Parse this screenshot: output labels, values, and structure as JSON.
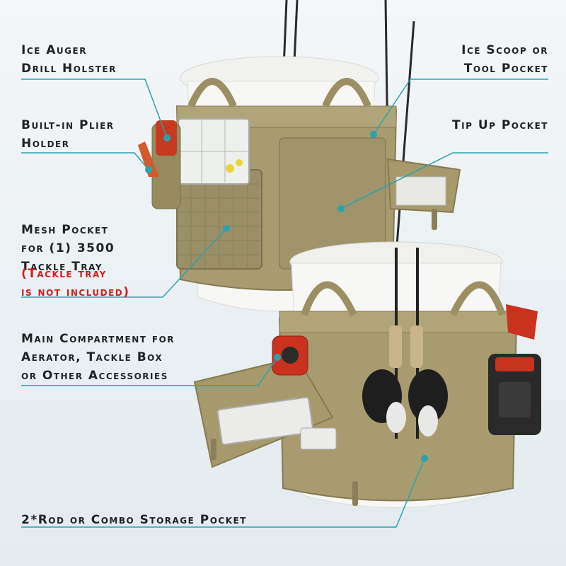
{
  "colors": {
    "accent": "#2aa3ae",
    "text": "#1f2326",
    "warning": "#d0201f",
    "bag": "#a79b6f",
    "bag_dark": "#8b7f55",
    "bucket": "#f7f7f5"
  },
  "labels": {
    "ice_auger": "Ice Auger\nDrill Holster",
    "ice_scoop": "Ice Scoop or\nTool Pocket",
    "plier_holder": "Built-in Plier\nHolder",
    "tip_up": "Tip Up Pocket",
    "mesh_pocket": "Mesh Pocket\nfor (1) 3500\nTackle Tray",
    "mesh_note": "(Tackle tray\nis not included)",
    "main_compartment": "Main Compartment for\nAerator, Tackle Box\nor Other Accessories",
    "rod_storage": "2*Rod or Combo Storage Pocket"
  },
  "icons": [
    "teal-dot-icon"
  ]
}
